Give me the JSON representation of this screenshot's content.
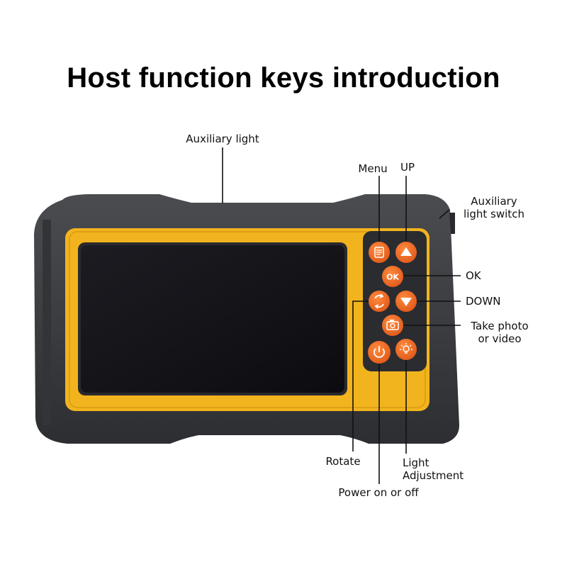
{
  "title": "Host function keys introduction",
  "labels": {
    "auxiliary_light": "Auxiliary light",
    "menu": "Menu",
    "up": "UP",
    "aux_switch_1": "Auxiliary",
    "aux_switch_2": "light switch",
    "ok": "OK",
    "down": "DOWN",
    "take_photo_1": "Take photo",
    "take_photo_2": "or video",
    "rotate": "Rotate",
    "light_adj_1": "Light",
    "light_adj_2": "Adjustment",
    "power": "Power on or off"
  },
  "buttons": {
    "ok_text": "OK"
  },
  "colors": {
    "body": "#3a3c40",
    "frame": "#f2b41e",
    "screen": "#121216",
    "button": "#f26f22",
    "panel": "#2a2c30"
  },
  "icons": [
    "menu-icon",
    "up-arrow-icon",
    "ok-icon",
    "rotate-icon",
    "down-arrow-icon",
    "camera-icon",
    "power-icon",
    "light-icon"
  ]
}
